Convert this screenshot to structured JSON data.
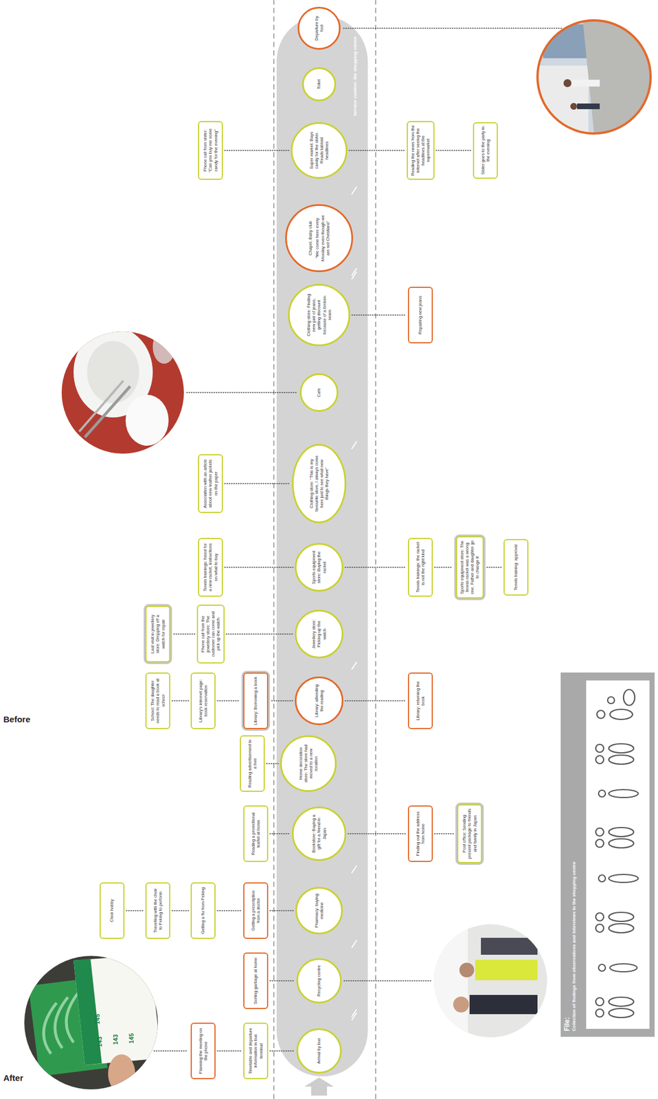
{
  "diagram": {
    "nodes": [
      {
        "text": [
          "Planning the meeting on the phone"
        ]
      },
      {
        "text": [
          "Timetable and departure information in bus terminal"
        ]
      },
      {
        "text": [
          "Arrival by bus"
        ]
      },
      {
        "text": [
          "Sorting garbage at home"
        ]
      },
      {
        "text": [
          "Recycling centre"
        ]
      },
      {
        "text": [
          "Choir hobby"
        ]
      },
      {
        "text": [
          "Travelling with the choir to Peking to perform"
        ]
      },
      {
        "text": [
          "Getting a flu from Peking"
        ]
      },
      {
        "text": [
          "Getting a prescription from a doctor"
        ]
      },
      {
        "text": [
          "Pharmacy: buying medicine"
        ]
      },
      {
        "text": [
          "Reading a promotional leaflet at home"
        ]
      },
      {
        "text": [
          "Bookstore: Buying a gift for a friend in Japan"
        ]
      },
      {
        "text": [
          "Finding out the address from home"
        ]
      },
      {
        "text": [
          "Post office: Sending present package to friends and family in Japan"
        ]
      },
      {
        "text": [
          "Reading advertisement in a bus"
        ]
      },
      {
        "text": [
          "Home decoration store: The store had moved to a new location"
        ]
      },
      {
        "text": [
          "School: The daughter needs to read a book at school"
        ]
      },
      {
        "text": [
          "Library's internet page: book reservation"
        ]
      },
      {
        "text": [
          "Library: Borrowing a book"
        ]
      },
      {
        "text": [
          "Library: attending the reading"
        ]
      },
      {
        "text": [
          "Library: returning the book"
        ]
      },
      {
        "text": [
          "Last visit in jewellery store: Dropping off a watch for repair"
        ]
      },
      {
        "text": [
          "Phone call from the jewellery store: The customer can come and pick up the watch"
        ]
      },
      {
        "text": [
          "Jewellery store: Picking up the watch"
        ]
      },
      {
        "text": [
          "Tennis trainings: Need for a new racket, instructions on what to buy"
        ]
      },
      {
        "text": [
          "Sports equipment store: Buying the racket"
        ]
      },
      {
        "text": [
          "Tennis trainings: the racket is not the right kind"
        ]
      },
      {
        "text": [
          "Sports equipment store: The tennis racket was a wrong one. Father and daughter go to change it"
        ]
      },
      {
        "text": [
          "Tennis training: approval"
        ]
      },
      {
        "text": [
          "Association with an article about new leather jackets on the paper"
        ]
      },
      {
        "text": [
          "Clothing store: \"This is my favourite store, I always come here just to see what new things they have\""
        ]
      },
      {
        "text": [
          "Cafe"
        ]
      },
      {
        "text": [
          "Clothing store: Finding new pair of jeans, getting discount because of a broken seam"
        ]
      },
      {
        "text": [
          "Repairing new jeans"
        ]
      },
      {
        "text": [
          "Chapel, Baby club",
          "\"We come here every Monday even though we are not Christians\""
        ]
      },
      {
        "text": [
          "Phone call from sister: \"Can you buy me some candy for the evening\""
        ]
      },
      {
        "text": [
          "Super market: Buys candy for the sister. Reads tabloid headlines"
        ]
      },
      {
        "text": [
          "Reading the news from the internet after seeing the headlines at the supermarket"
        ]
      },
      {
        "text": [
          "Sister goes to the party in the evening"
        ]
      },
      {
        "text": [
          "Toilet"
        ]
      },
      {
        "text": [
          "Departure by foot"
        ]
      },
      {
        "text": [
          "File:",
          "Collection of findings from observations and interviews in the shopping centre"
        ]
      }
    ],
    "edges": [
      {
        "from": 0,
        "to": 1,
        "arrow": "none"
      },
      {
        "from": 1,
        "to": 2,
        "arrow": "none"
      },
      {
        "from": 3,
        "to": 4,
        "arrow": "none"
      },
      {
        "from": 5,
        "to": 6,
        "arrow": "none"
      },
      {
        "from": 6,
        "to": 7,
        "arrow": "none"
      },
      {
        "from": 7,
        "to": 8,
        "arrow": "none"
      },
      {
        "from": 8,
        "to": 9,
        "arrow": "none"
      },
      {
        "from": 10,
        "to": 11,
        "arrow": "none"
      },
      {
        "from": 11,
        "to": 12,
        "arrow": "none"
      },
      {
        "from": 12,
        "to": 13,
        "arrow": "none"
      },
      {
        "from": 14,
        "to": 15,
        "arrow": "none"
      },
      {
        "from": 16,
        "to": 17,
        "arrow": "none"
      },
      {
        "from": 17,
        "to": 18,
        "arrow": "none"
      },
      {
        "from": 18,
        "to": 19,
        "arrow": "none"
      },
      {
        "from": 19,
        "to": 20,
        "arrow": "none"
      },
      {
        "from": 21,
        "to": 22,
        "arrow": "none"
      },
      {
        "from": 22,
        "to": 23,
        "arrow": "none"
      },
      {
        "from": 24,
        "to": 25,
        "arrow": "none"
      },
      {
        "from": 25,
        "to": 26,
        "arrow": "none"
      },
      {
        "from": 26,
        "to": 27,
        "arrow": "none"
      },
      {
        "from": 27,
        "to": 28,
        "arrow": "none"
      },
      {
        "from": 29,
        "to": 30,
        "arrow": "none"
      },
      {
        "from": 32,
        "to": 33,
        "arrow": "none"
      },
      {
        "from": 35,
        "to": 36,
        "arrow": "none"
      },
      {
        "from": 36,
        "to": 37,
        "arrow": "none"
      },
      {
        "from": 37,
        "to": 38,
        "arrow": "none"
      }
    ],
    "labels": [
      "Before",
      "After",
      "Service context: the shopping centre",
      "143",
      "145",
      "143",
      "145"
    ]
  }
}
